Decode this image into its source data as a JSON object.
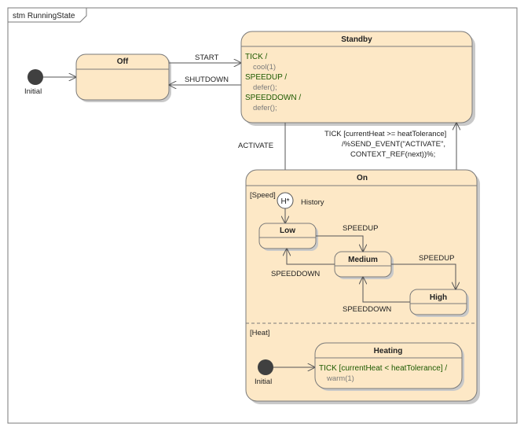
{
  "diagram": {
    "frame_label": "stm RunningState",
    "states": {
      "off": {
        "name": "Off"
      },
      "standby": {
        "name": "Standby",
        "behaviors": [
          {
            "trigger": "TICK /",
            "action": "cool(1)"
          },
          {
            "trigger": "SPEEDUP /",
            "action": "defer();"
          },
          {
            "trigger": "SPEEDDOWN /",
            "action": "defer();"
          }
        ]
      },
      "on": {
        "name": "On",
        "region_speed": "[Speed]",
        "region_heat": "[Heat]",
        "low": "Low",
        "medium": "Medium",
        "high": "High",
        "heating": {
          "name": "Heating",
          "trigger": "TICK [currentHeat < heatTolerance] /",
          "action": "warm(1)"
        }
      }
    },
    "pseudo": {
      "initial_label": "Initial",
      "initial_label_2": "Initial",
      "history_symbol": "H*",
      "history_label": "History"
    },
    "transitions": {
      "start": "START",
      "shutdown": "SHUTDOWN",
      "activate": "ACTIVATE",
      "tick_line1": "TICK [currentHeat >= heatTolerance]",
      "tick_line2": "/%SEND_EVENT(\"ACTIVATE\",",
      "tick_line3": "CONTEXT_REF(next))%;",
      "speedup_1": "SPEEDUP",
      "speedup_2": "SPEEDUP",
      "speeddown_1": "SPEEDDOWN",
      "speeddown_2": "SPEEDDOWN"
    },
    "colors": {
      "state_fill": "#fde8c6",
      "trigger_text": "#1d5a00",
      "action_text": "#7a7a7a",
      "initial_node": "#404040"
    }
  }
}
